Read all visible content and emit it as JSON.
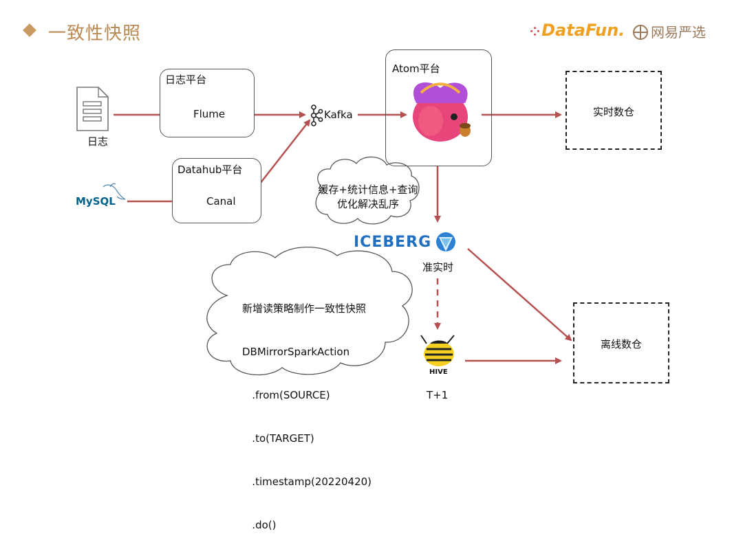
{
  "header": {
    "title": "一致性快照"
  },
  "logos": {
    "datafun_text": "DataFun.",
    "netease_text": "网易严选"
  },
  "nodes": {
    "log_file": "日志",
    "log_platform": "日志平台",
    "flume": "Flume",
    "kafka": "Kafka",
    "datahub_platform": "Datahub平台",
    "canal": "Canal",
    "mysql": "MySQL",
    "atom_platform": "Atom平台",
    "realtime_warehouse": "实时数仓",
    "offline_warehouse": "离线数仓",
    "iceberg": "ICEBERG",
    "near_realtime": "准实时",
    "hive": "HIVE",
    "t_plus_1": "T+1"
  },
  "clouds": {
    "cache_line1": "缓存+统计信息+查询",
    "cache_line2": "优化解决乱序",
    "strategy_lines": [
      "新增读策略制作一致性快照",
      "DBMirrorSparkAction",
      "   .from(SOURCE)",
      "   .to(TARGET)",
      "   .timestamp(20220420)",
      "   .do()"
    ]
  },
  "colors": {
    "arrow": "#b55050",
    "title": "#b98a54",
    "iceberg": "#1f6fc0"
  }
}
